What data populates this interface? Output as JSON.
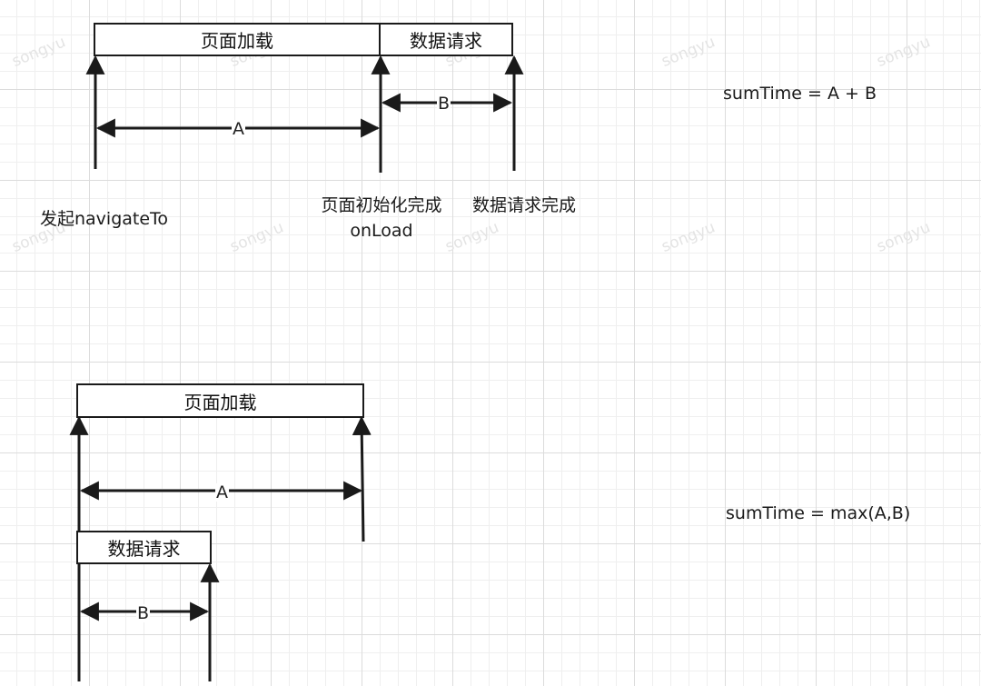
{
  "watermark": "songyu",
  "diagram1": {
    "page_load_label": "页面加载",
    "data_request_label": "数据请求",
    "interval_a": "A",
    "interval_b": "B",
    "start_event": "发起navigateTo",
    "page_init_event_line1": "页面初始化完成",
    "page_init_event_line2": "onLoad",
    "request_done_event": "数据请求完成",
    "formula": "sumTime = A + B"
  },
  "diagram2": {
    "page_load_label": "页面加载",
    "data_request_label": "数据请求",
    "interval_a": "A",
    "interval_b": "B",
    "formula": "sumTime = max(A,B)"
  }
}
